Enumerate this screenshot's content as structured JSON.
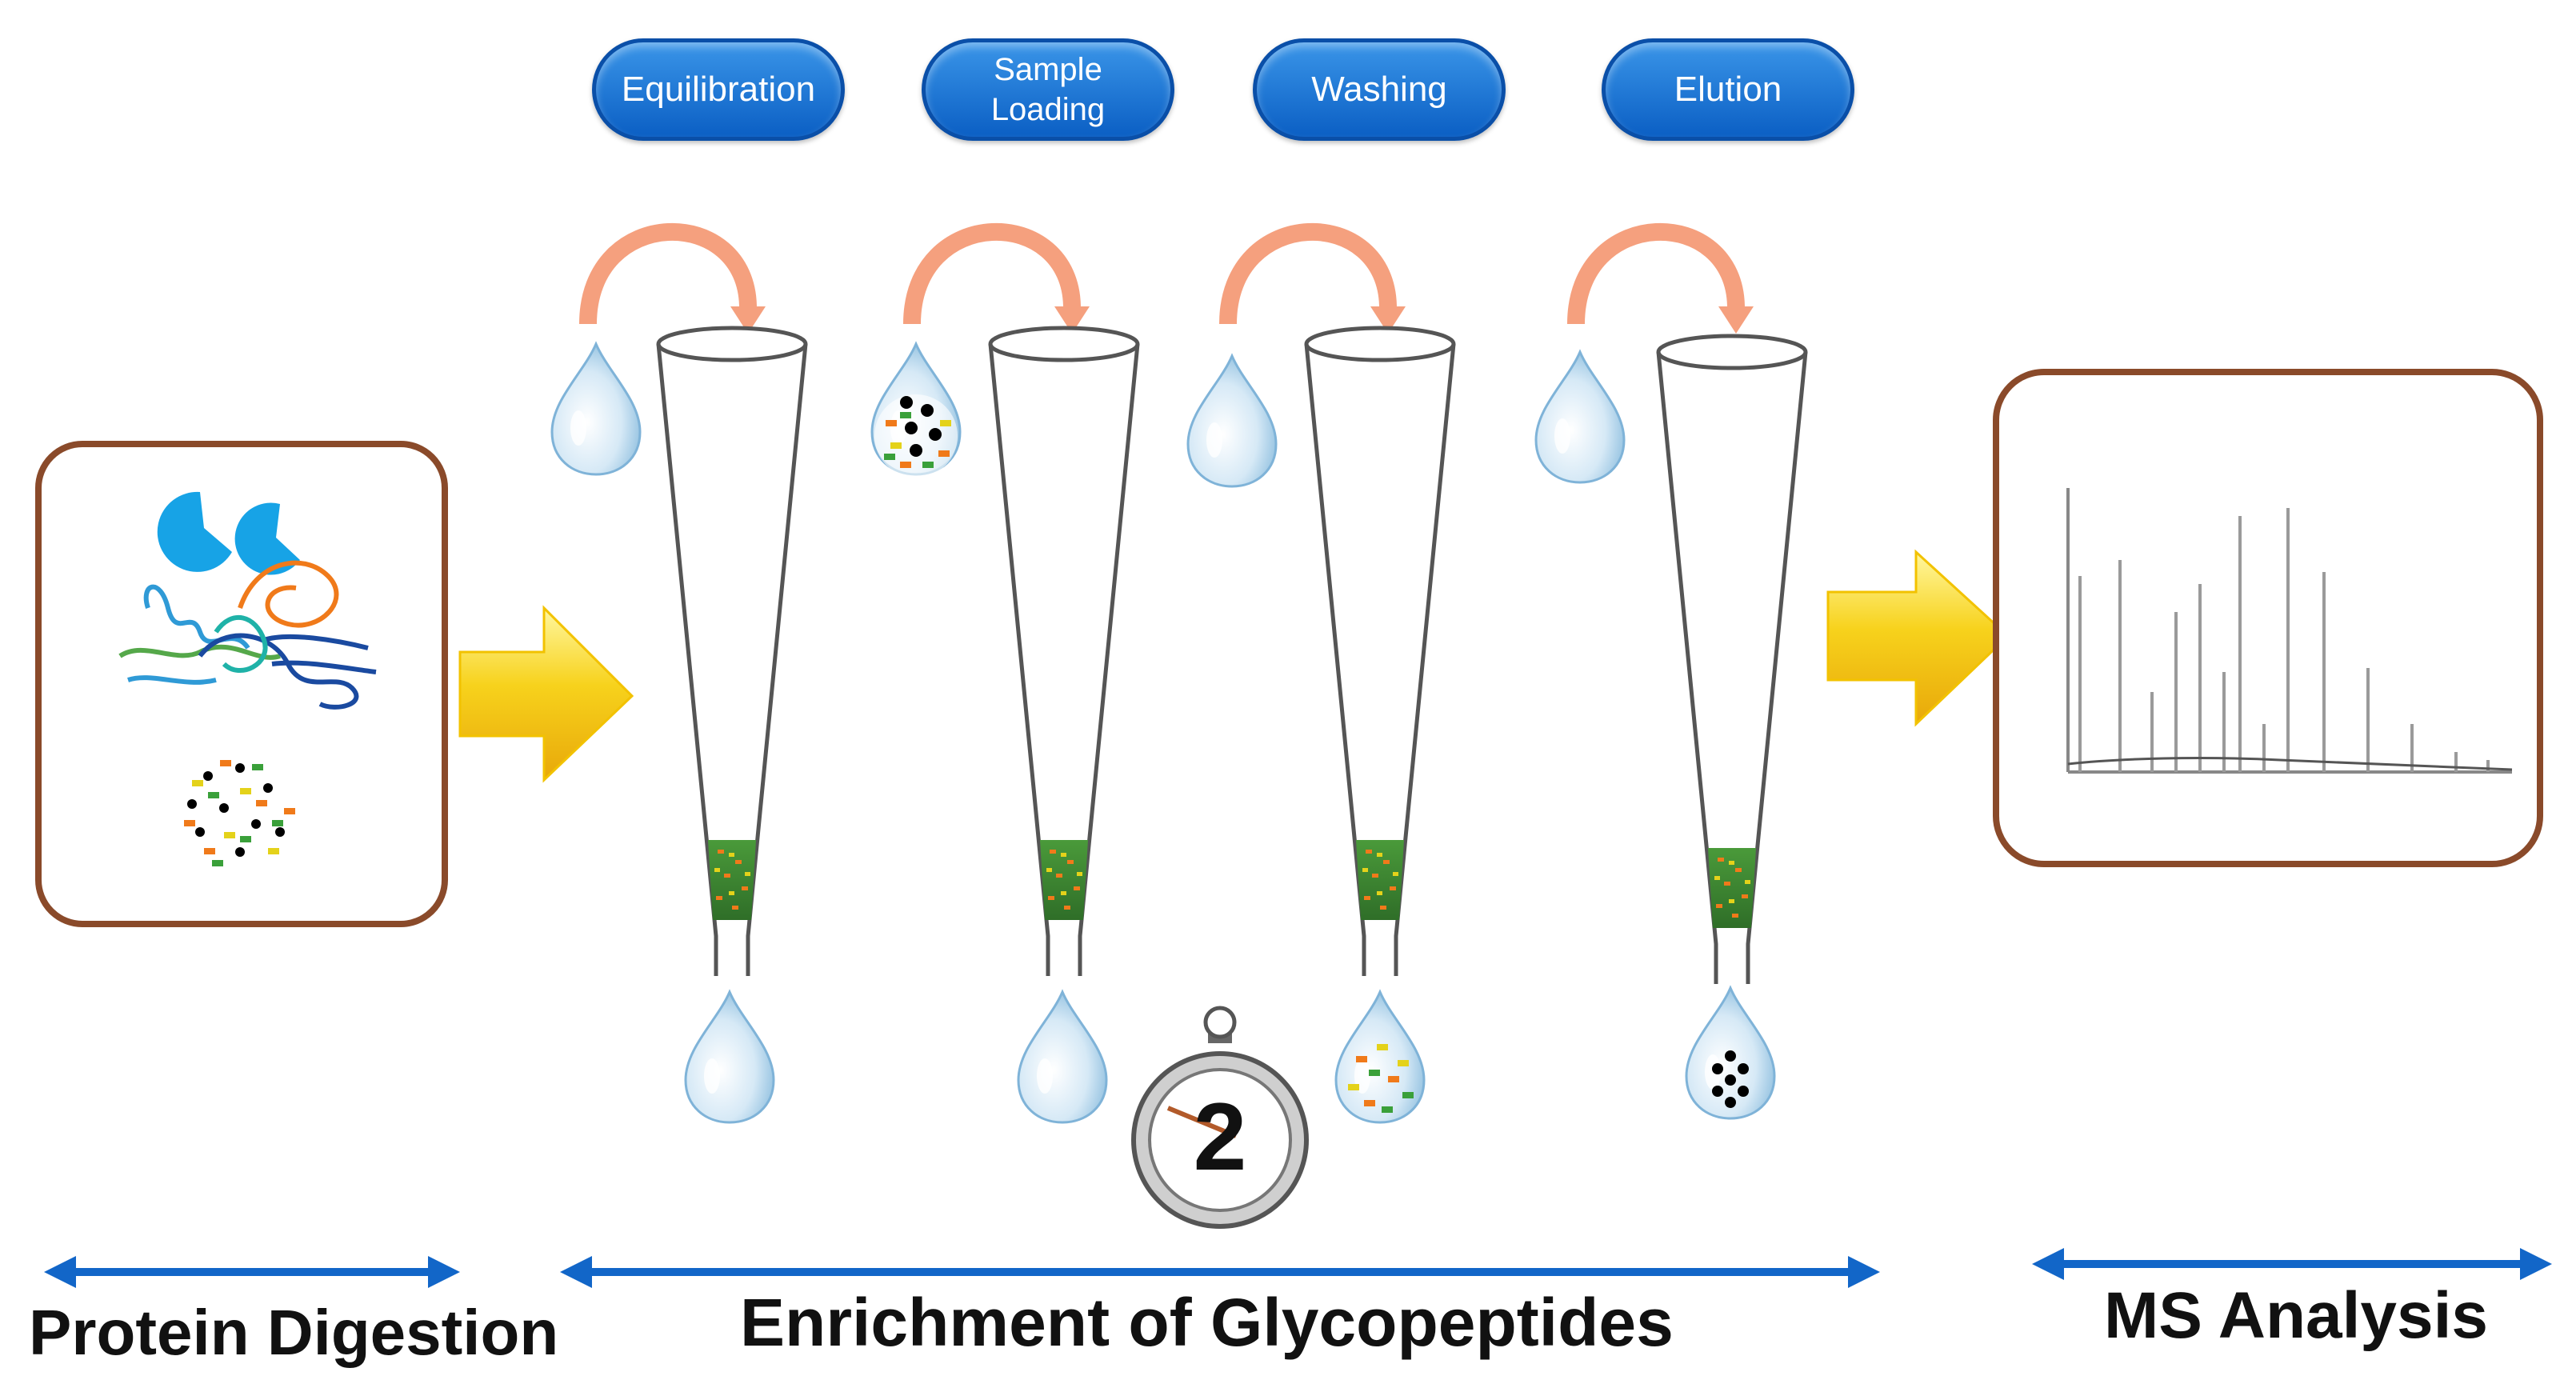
{
  "steps": [
    {
      "label": "Equilibration"
    },
    {
      "label": "Sample\nLoading"
    },
    {
      "label": "Washing"
    },
    {
      "label": "Elution"
    }
  ],
  "stages": {
    "protein_digestion": "Protein Digestion",
    "enrichment": "Enrichment of Glycopeptides",
    "ms_analysis": "MS Analysis"
  },
  "timer_number": "2",
  "colors": {
    "step_blue": "#0b5fc4",
    "arrow_blue": "#1266c8",
    "box_border": "#8a4a2a",
    "curved_arrow": "#f5a07e",
    "yellow_arrow": "#f7d21c",
    "resin_green": "#3e8a34"
  }
}
